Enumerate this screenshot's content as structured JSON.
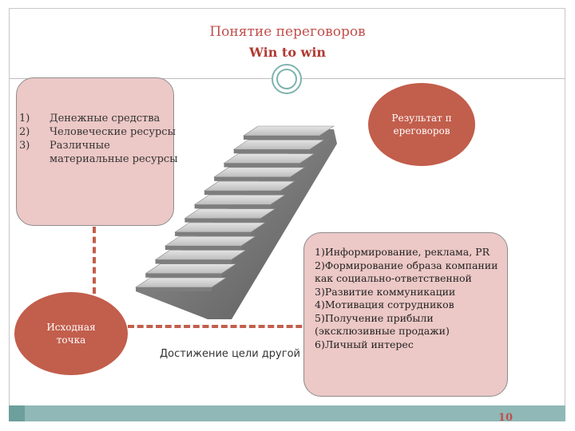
{
  "slide": {
    "title": "Понятие переговоров",
    "subtitle": "Win to win",
    "resources": [
      {
        "num": "1)",
        "text": "Денежные средства"
      },
      {
        "num": "2)",
        "text": "Человеческие ресурсы"
      },
      {
        "num": "3)",
        "text": "Различные материальные ресурсы"
      }
    ],
    "result_label": "Результат переговоров",
    "start_label": "Исходная точка",
    "goal_text": "Достижение цели другой",
    "actions": [
      "1)Информирование, реклама, PR",
      "2)Формирование образа компании как социально-ответственной",
      "3)Развитие коммуникации",
      "4)Мотивация сотрудников",
      "5)Получение прибыли (эксклюзивные продажи)",
      "6)Личный интерес"
    ],
    "page_number": "10"
  },
  "colors": {
    "accent": "#c0504d",
    "circle_fill": "#c25e4c",
    "box_fill": "#ecc8c6",
    "teal": "#8fb8b6"
  },
  "icons": {
    "ring": "double-ring-icon",
    "stairs": "staircase-image"
  }
}
